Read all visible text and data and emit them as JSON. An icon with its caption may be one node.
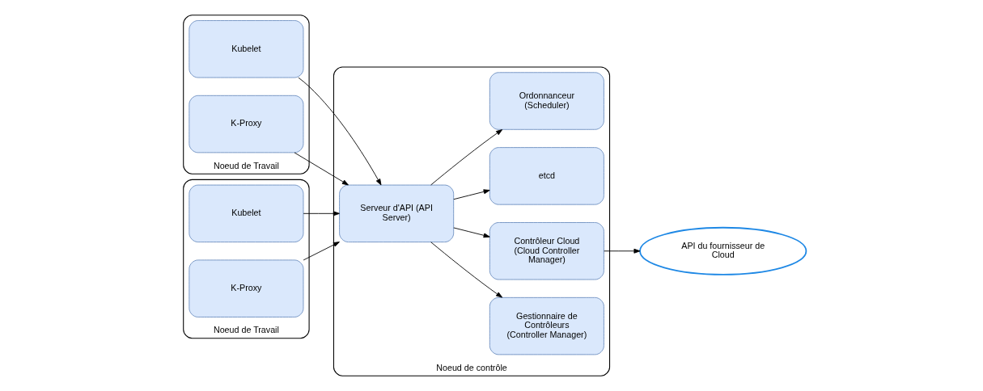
{
  "diagram": {
    "nodes": [
      {
        "text": [
          "Noeud de contrôle"
        ]
      },
      {
        "text": [
          "Gestionnaire de Contrôleurs (Controller Manager)"
        ],
        "in": 0
      },
      {
        "text": [
          "Contrôleur Cloud (Cloud Controller Manager)"
        ],
        "in": 0
      },
      {
        "text": [
          "API du fournisseur de Cloud"
        ]
      },
      {
        "text": [
          "Serveur d'API (API Server)"
        ],
        "in": 0
      },
      {
        "text": [
          "etcd"
        ],
        "in": 0
      },
      {
        "text": [
          "Ordonnanceur (Scheduler)"
        ],
        "in": 0
      },
      {
        "text": [
          "Noeud de Travail"
        ]
      },
      {
        "text": [
          "Kubelet"
        ],
        "in": 7
      },
      {
        "text": [
          "K-Proxy"
        ],
        "in": 7
      },
      {
        "text": [
          "Noeud de Travail"
        ]
      },
      {
        "text": [
          "Kubelet"
        ],
        "in": 10
      },
      {
        "text": [
          "K-Proxy"
        ],
        "in": 10
      }
    ],
    "edges": [
      {
        "from": 2,
        "to": 3,
        "arrow": "to"
      },
      {
        "from": 4,
        "to": 1,
        "arrow": "to"
      },
      {
        "from": 4,
        "to": 2,
        "arrow": "to"
      },
      {
        "from": 4,
        "to": 5,
        "arrow": "to"
      },
      {
        "from": 4,
        "to": 6,
        "arrow": "to"
      },
      {
        "from": 8,
        "to": 4,
        "arrow": "to"
      },
      {
        "from": 9,
        "to": 4,
        "arrow": "to"
      },
      {
        "from": 11,
        "to": 4,
        "arrow": "to"
      },
      {
        "from": 12,
        "to": 4,
        "arrow": "to"
      }
    ]
  }
}
